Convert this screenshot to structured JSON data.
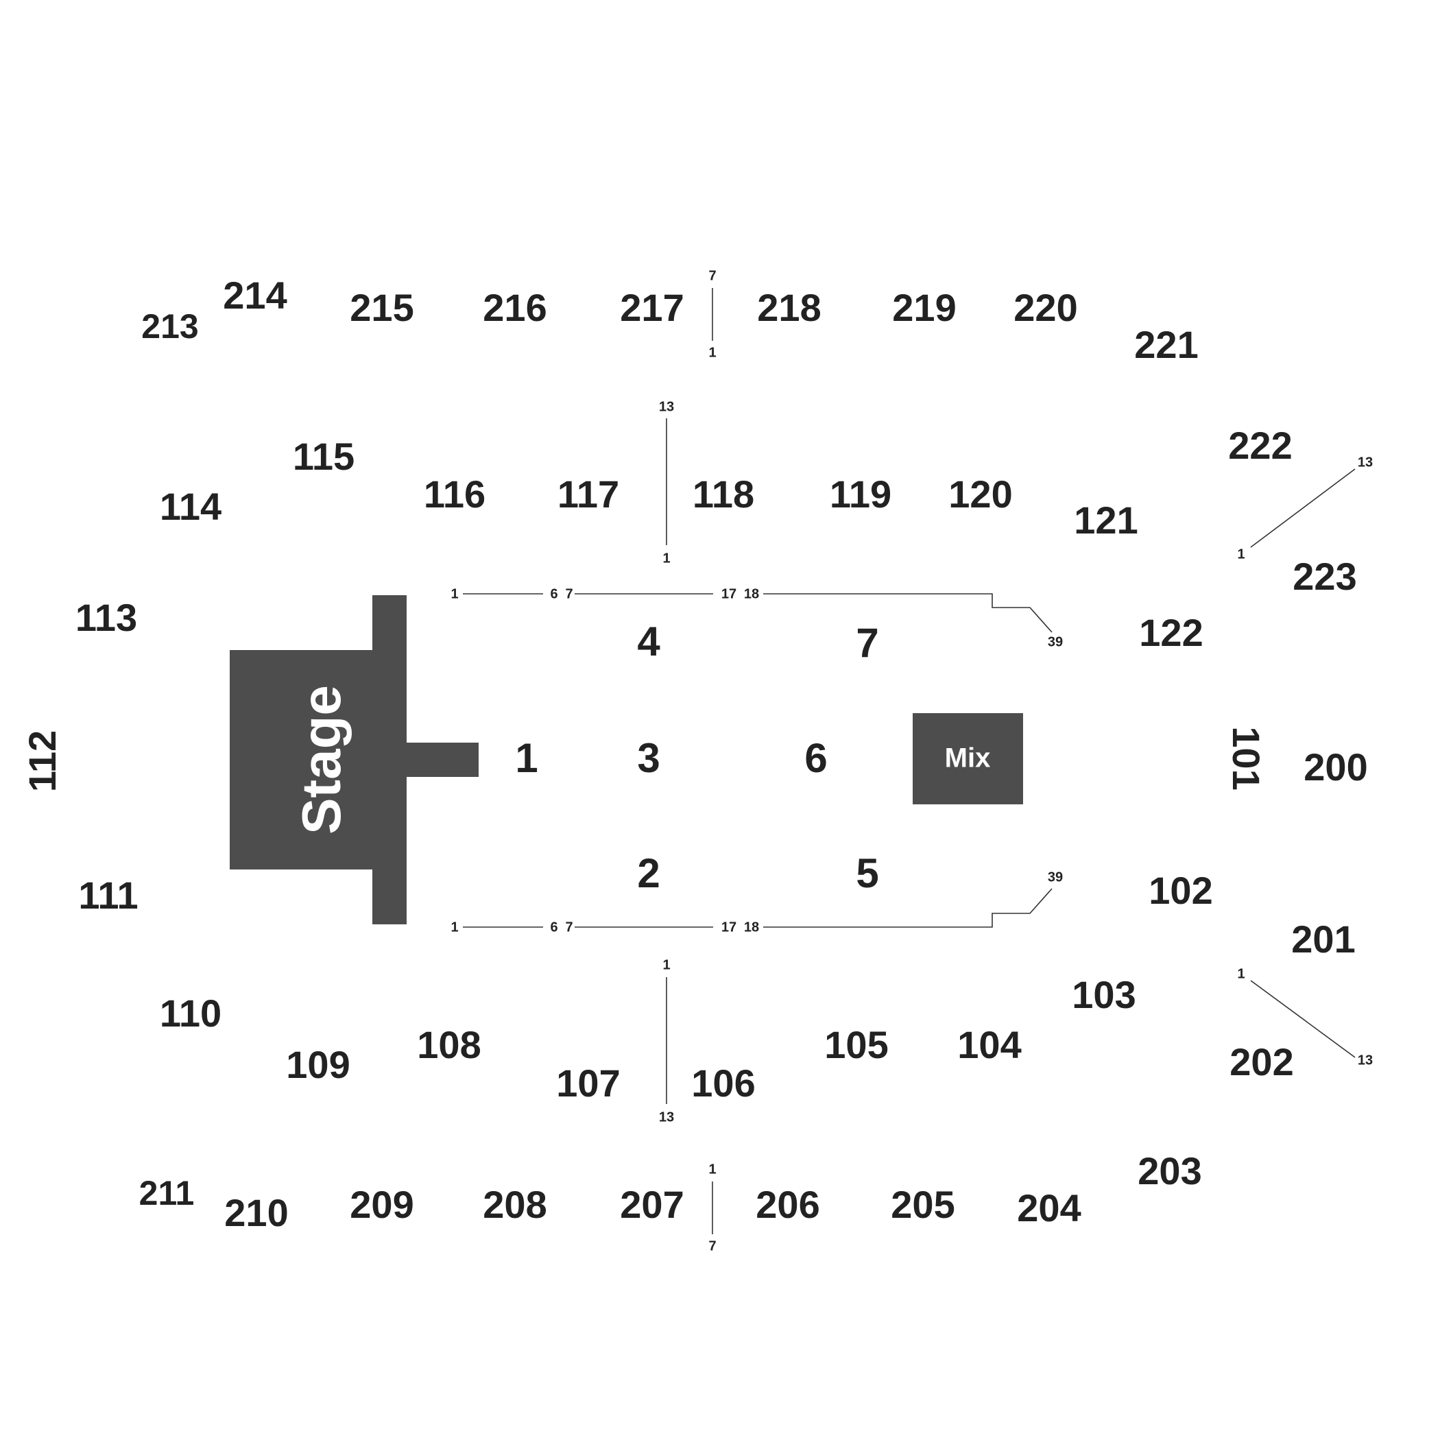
{
  "colors": {
    "background": "#ffffff",
    "block": "#4d4d4d",
    "text": "#222222",
    "block_text": "#ffffff"
  },
  "stage": {
    "label": "Stage"
  },
  "mix": {
    "label": "Mix"
  },
  "floor": [
    "1",
    "2",
    "3",
    "4",
    "5",
    "6",
    "7"
  ],
  "lower_bowl": [
    "101",
    "102",
    "103",
    "104",
    "105",
    "106",
    "107",
    "108",
    "109",
    "110",
    "111",
    "112",
    "113",
    "114",
    "115",
    "116",
    "117",
    "118",
    "119",
    "120",
    "121",
    "122"
  ],
  "upper_bowl": [
    "200",
    "201",
    "202",
    "203",
    "204",
    "205",
    "206",
    "207",
    "208",
    "209",
    "210",
    "211",
    "213",
    "214",
    "215",
    "216",
    "217",
    "218",
    "219",
    "220",
    "221",
    "222",
    "223"
  ],
  "row_markers": {
    "upper_divider": {
      "top": {
        "start": "7",
        "end": "1"
      },
      "bottom": {
        "start": "1",
        "end": "7"
      }
    },
    "lower_divider": {
      "top": {
        "start": "13",
        "end": "1"
      },
      "bottom": {
        "start": "1",
        "end": "13"
      }
    },
    "floor_top": [
      "1",
      "6",
      "7",
      "17",
      "18",
      "39"
    ],
    "floor_bottom": [
      "1",
      "6",
      "7",
      "17",
      "18",
      "39"
    ],
    "diagonal_top": {
      "start": "1",
      "end": "13"
    },
    "diagonal_bottom": {
      "start": "1",
      "end": "13"
    }
  }
}
